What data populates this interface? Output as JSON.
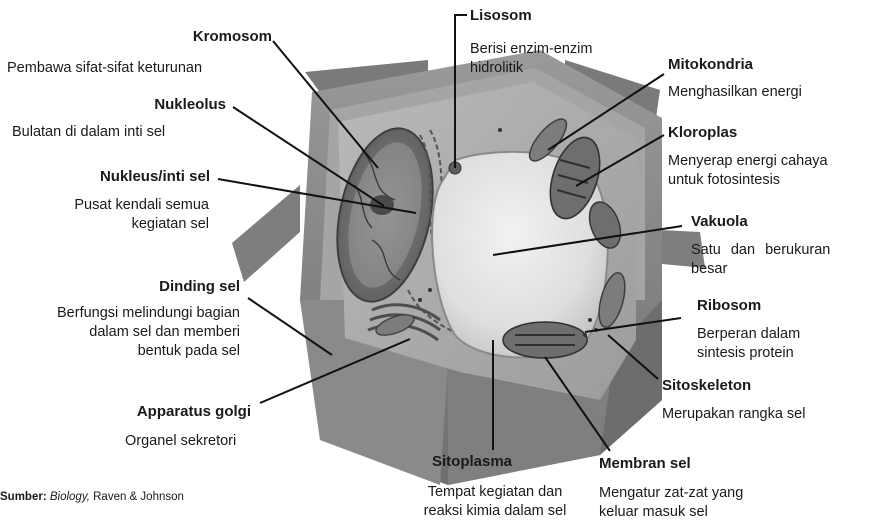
{
  "labels": {
    "kromosom": {
      "title": "Kromosom",
      "desc": "Pembawa sifat-sifat keturunan"
    },
    "nukleolus": {
      "title": "Nukleolus",
      "desc": "Bulatan di dalam inti sel"
    },
    "nukleus": {
      "title": "Nukleus/inti sel",
      "desc_1": "Pusat kendali semua",
      "desc_2": "kegiatan sel"
    },
    "dinding": {
      "title": "Dinding sel",
      "desc_1": "Berfungsi melindungi bagian",
      "desc_2": "dalam sel dan memberi",
      "desc_3": "bentuk pada sel"
    },
    "golgi": {
      "title": "Apparatus golgi",
      "desc": "Organel sekretori"
    },
    "lisosom": {
      "title": "Lisosom",
      "desc_1": "Berisi enzim-enzim",
      "desc_2": "hidrolitik"
    },
    "mitokondria": {
      "title": "Mitokondria",
      "desc": "Menghasilkan energi"
    },
    "kloroplas": {
      "title": "Kloroplas",
      "desc_1": "Menyerap energi cahaya",
      "desc_2": "untuk fotosintesis"
    },
    "vakuola": {
      "title": "Vakuola",
      "desc_1": "Satu dan berukuran",
      "desc_2": "besar"
    },
    "ribosom": {
      "title": "Ribosom",
      "desc_1": "Berperan dalam",
      "desc_2": "sintesis protein"
    },
    "sitoskeleton": {
      "title": "Sitoskeleton",
      "desc": "Merupakan rangka sel"
    },
    "sitoplasma": {
      "title": "Sitoplasma",
      "desc_1": "Tempat kegiatan dan",
      "desc_2": "reaksi kimia dalam sel"
    },
    "membran": {
      "title": "Membran sel",
      "desc_1": "Mengatur zat-zat yang",
      "desc_2": "keluar masuk sel"
    }
  },
  "source": {
    "prefix": "Sumber:",
    "book": "Biology,",
    "authors": "Raven & Johnson"
  }
}
